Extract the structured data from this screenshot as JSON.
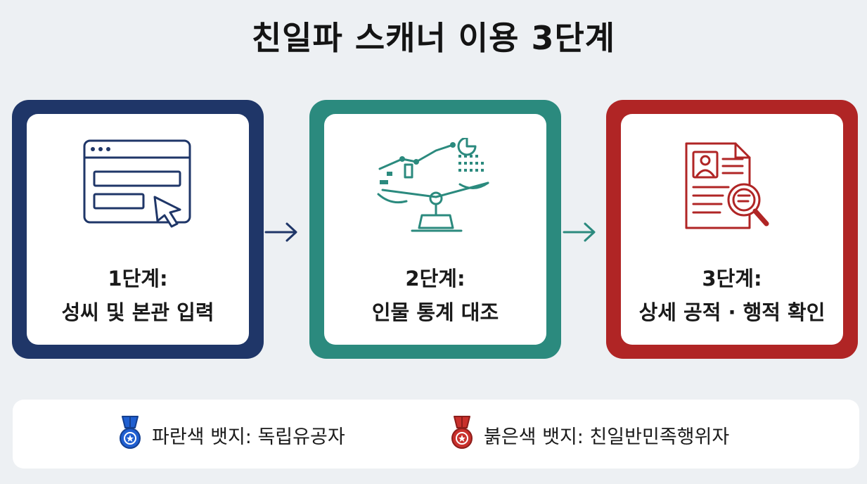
{
  "title": "친일파 스캐너 이용 3단계",
  "steps": [
    {
      "line1": "1단계:",
      "line2": "성씨 및 본관 입력",
      "icon": "browser-form-cursor-icon",
      "color": "#1f3668"
    },
    {
      "line1": "2단계:",
      "line2": "인물 통계 대조",
      "icon": "scale-chart-icon",
      "color": "#2b8a7e"
    },
    {
      "line1": "3단계:",
      "line2": "상세 공적 · 행적 확인",
      "icon": "document-magnifier-icon",
      "color": "#b02525"
    }
  ],
  "legend": {
    "blue": {
      "text": "파란색 뱃지: 독립유공자",
      "icon": "blue-medal-icon",
      "color": "#1f5fd1"
    },
    "red": {
      "text": "붉은색 뱃지: 친일반민족행위자",
      "icon": "red-medal-icon",
      "color": "#c9302c"
    }
  }
}
